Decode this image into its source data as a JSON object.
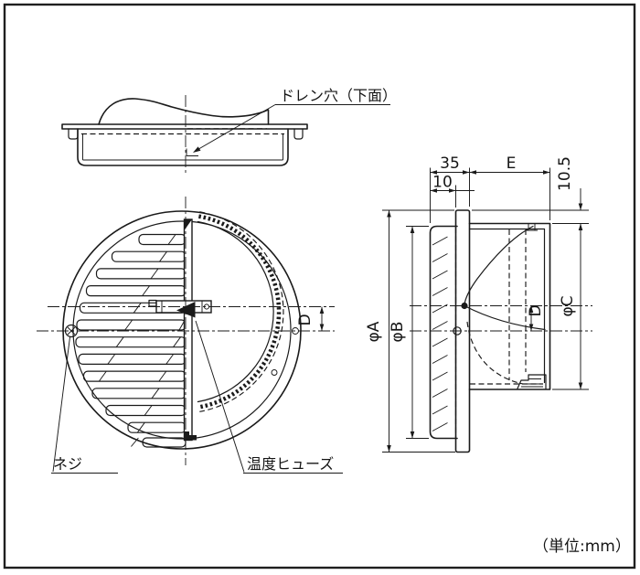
{
  "drawing": {
    "unit_note": "（単位:mm）",
    "side_view": {
      "drain_hole_label": "ドレン穴（下面）"
    },
    "front_view": {
      "screw_label": "ネジ",
      "thermal_fuse_label": "温度ヒューズ",
      "dim_offset": "D"
    },
    "section_view": {
      "dim_depth_flange": "35",
      "dim_length": "E",
      "dim_louver_depth": "10",
      "dim_lip": "10.5",
      "dim_outer_dia": "φA",
      "dim_face_dia": "φB",
      "dim_pipe_dia": "φC",
      "dim_offset": "D"
    },
    "colors": {
      "line": "#1a1a1a",
      "background": "#ffffff"
    }
  }
}
